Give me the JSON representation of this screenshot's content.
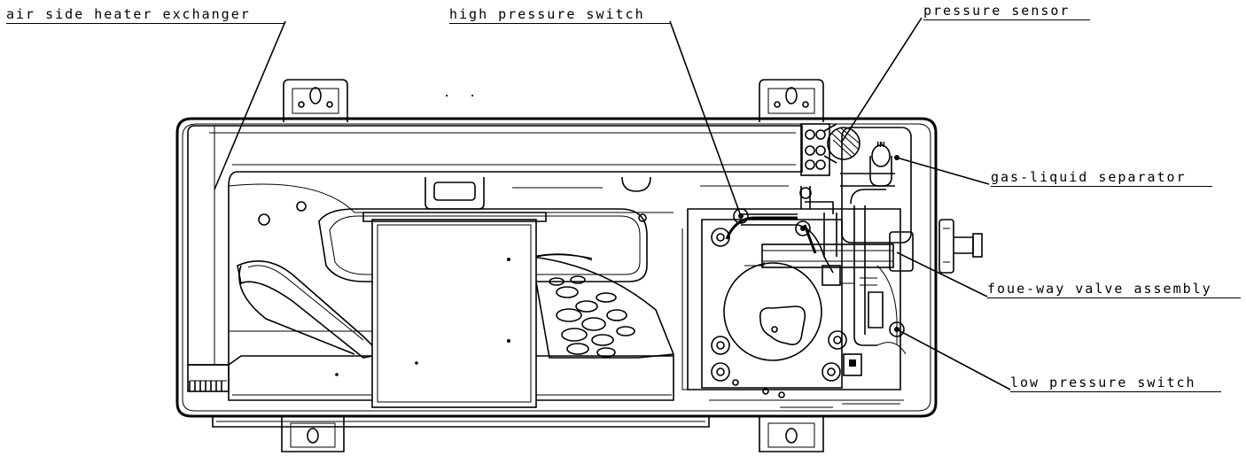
{
  "diagram": {
    "labels": {
      "air_side_heat_exchanger": "air side heater exchanger",
      "high_pressure_switch": "high pressure switch",
      "pressure_sensor": "pressure sensor",
      "gas_liquid_separator": "gas-liquid separator",
      "four_way_valve_assembly": "foue-way valve assembly",
      "low_pressure_switch": "low pressure switch"
    },
    "internal_marks": {
      "top_dots": ". .",
      "in_label": "IN"
    },
    "line_color": "#000000",
    "background_color": "#ffffff"
  }
}
